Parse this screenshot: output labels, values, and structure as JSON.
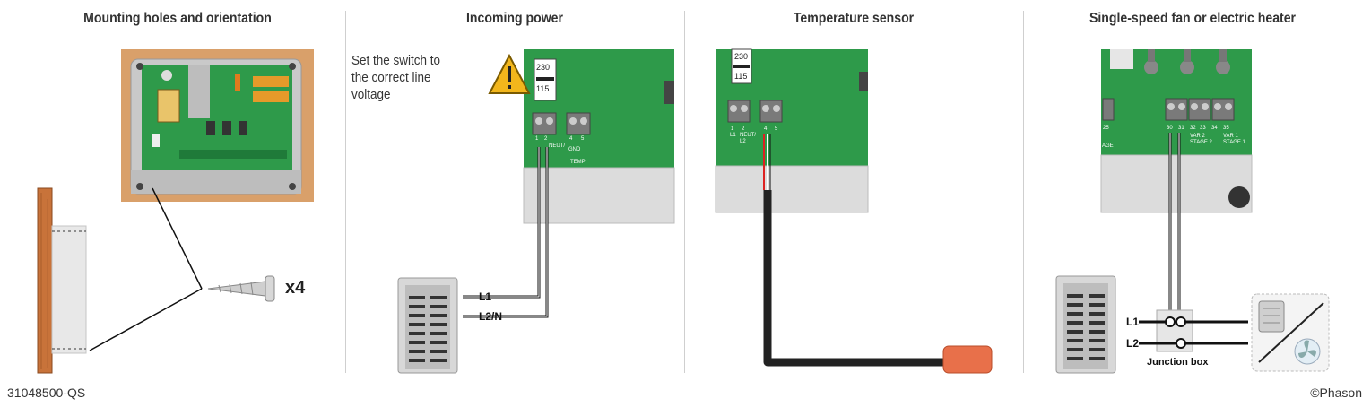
{
  "panels": [
    {
      "title": "Mounting holes and orientation"
    },
    {
      "title": "Incoming power"
    },
    {
      "title": "Temperature sensor"
    },
    {
      "title": "Single-speed fan or electric heater"
    }
  ],
  "mounting": {
    "screw_count": "x4"
  },
  "power": {
    "note": [
      "Set the switch to",
      "the correct line",
      "voltage"
    ],
    "switch_top": "230",
    "switch_bottom": "115",
    "terminal_labels": [
      "1",
      "2",
      "NEUT/",
      "4",
      "5",
      "GND",
      "TEMP"
    ],
    "wire_labels": {
      "l1": "L1",
      "l2": "L2/N"
    }
  },
  "sensor": {
    "switch_top": "230",
    "switch_bottom": "115",
    "terminal_labels": [
      "1",
      "2",
      "L1",
      "NEUT/",
      "L2",
      "4",
      "5"
    ]
  },
  "fan": {
    "terminal_labels": [
      "25",
      "30",
      "31",
      "32",
      "33",
      "34",
      "35",
      "VAR 2",
      "STAGE 2",
      "VAR 1",
      "STAGE 1",
      "AGE"
    ],
    "wire_labels": {
      "l1": "L1",
      "l2": "L2"
    },
    "junction_label": "Junction box"
  },
  "footer": {
    "doc_id": "31048500-QS",
    "copyright": "©Phason"
  },
  "colors": {
    "board_green": "#2e9a4a",
    "wood": "#c8733a",
    "sensor_tip": "#e8704a",
    "warning": "#f2b61c"
  }
}
